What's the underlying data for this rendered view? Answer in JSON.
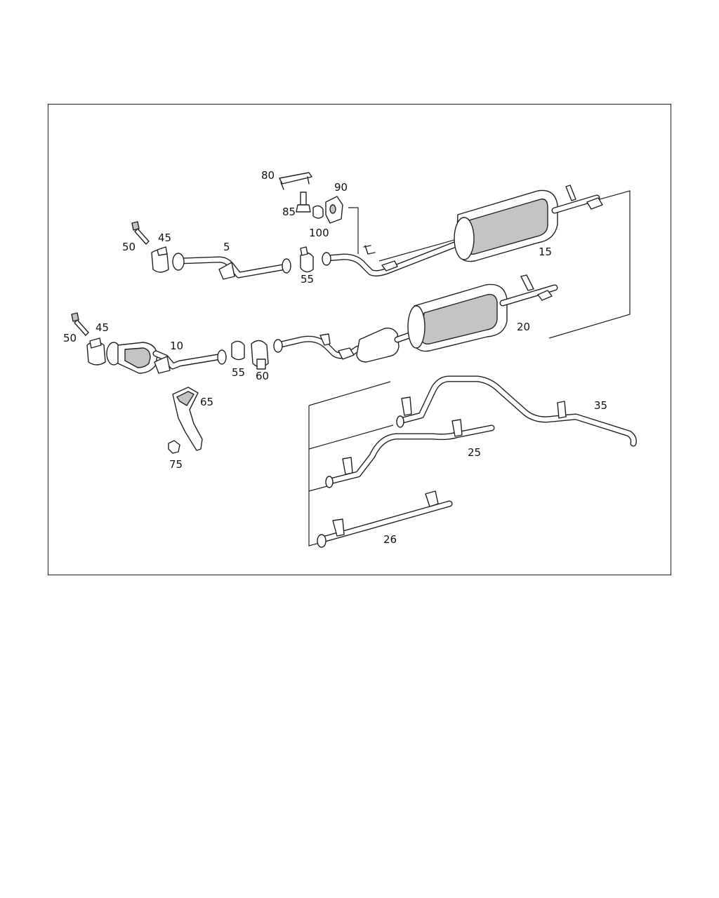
{
  "diagram": {
    "callouts": {
      "c5": "5",
      "c10": "10",
      "c15": "15",
      "c20": "20",
      "c25": "25",
      "c26": "26",
      "c35": "35",
      "c45a": "45",
      "c45b": "45",
      "c50a": "50",
      "c50b": "50",
      "c55a": "55",
      "c55b": "55",
      "c60": "60",
      "c65": "65",
      "c75": "75",
      "c80": "80",
      "c85": "85",
      "c90": "90",
      "c100": "100"
    }
  },
  "colors": {
    "line": "#222222",
    "shade": "#c4c4c4",
    "background": "#ffffff"
  }
}
